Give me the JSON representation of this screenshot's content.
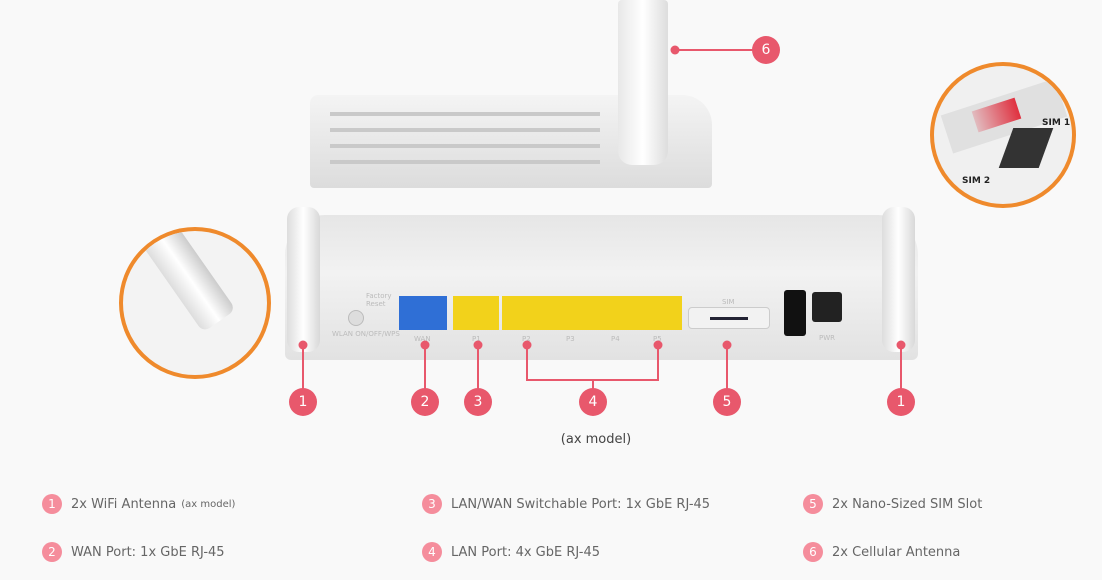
{
  "product_image": {
    "port_labels": {
      "wan": "WAN",
      "p1": "P1",
      "p2": "P2",
      "p3": "P3",
      "p4": "P4",
      "p5": "P5",
      "sim": "SIM",
      "pwr": "PWR",
      "reset": "Factory Reset",
      "wlan": "WLAN ON/OFF/WPS"
    },
    "sim_inset": {
      "sim1": "SIM 1",
      "sim2": "SIM 2"
    },
    "callouts": [
      "1",
      "2",
      "3",
      "4",
      "5",
      "1",
      "6"
    ]
  },
  "caption": "(ax model)",
  "legend": [
    {
      "num": "1",
      "text": "2x WiFi Antenna",
      "note": "(ax model)"
    },
    {
      "num": "2",
      "text": "WAN Port: 1x GbE RJ-45"
    },
    {
      "num": "3",
      "text": "LAN/WAN Switchable Port: 1x GbE RJ-45"
    },
    {
      "num": "4",
      "text": "LAN Port: 4x GbE RJ-45"
    },
    {
      "num": "5",
      "text": "2x Nano-Sized SIM Slot"
    },
    {
      "num": "6",
      "text": "2x Cellular Antenna"
    }
  ],
  "colors": {
    "callout": "#e8586c",
    "legend_badge": "#f58d9c",
    "inset_border": "#ef8a2c",
    "wan": "#2f6fd6",
    "lan": "#f2d21b"
  }
}
